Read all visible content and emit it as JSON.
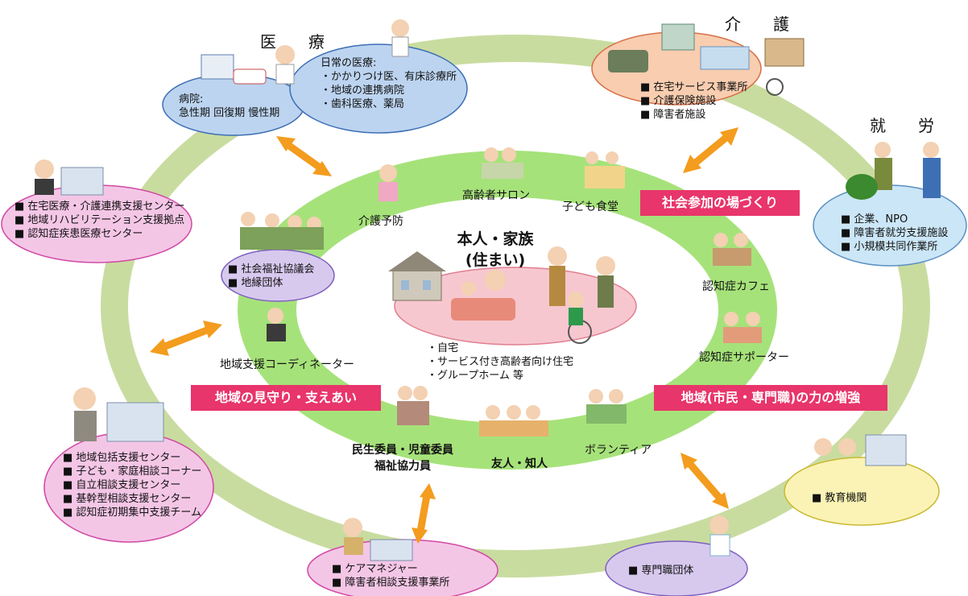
{
  "colors": {
    "outer_ring": "#c9dca0",
    "inner_ring": "#a6e27a",
    "inner_fill": "#ffffff",
    "center_fill": "#f7c7cf",
    "banner": "#e8356b",
    "arrow": "#f39c1e",
    "medical_fill": "#bcd4f0",
    "care_fill": "#f8cdb0",
    "work_fill": "#cbe6f7",
    "left_fill": "#f4c6e6",
    "edu_fill": "#fbf3b5",
    "council_fill": "#d7c9ee",
    "prof_fill": "#d7c9ee"
  },
  "medical": {
    "title": "医　療",
    "hospital_lines": [
      "病院:",
      "急性期 回復期 慢性期"
    ],
    "daily_title": "日常の医療:",
    "daily_items": [
      "かかりつけ医、有床診療所",
      "地域の連携病院",
      "歯科医療、薬局"
    ]
  },
  "care": {
    "title": "介　護",
    "items": [
      "在宅サービス事業所",
      "介護保険施設",
      "障害者施設"
    ]
  },
  "work": {
    "title": "就　労",
    "items": [
      "企業、NPO",
      "障害者就労支援施設",
      "小規模共同作業所"
    ]
  },
  "home_medical": {
    "items": [
      "在宅医療・介護連携支援センター",
      "地域リハビリテーション支援拠点",
      "認知症疾患医療センター"
    ]
  },
  "council": {
    "items": [
      "社会福祉協議会",
      "地縁団体"
    ]
  },
  "consult": {
    "items": [
      "地域包括支援センター",
      "子ども・家庭相談コーナー",
      "自立相談支援センター",
      "基幹型相談支援センター",
      "認知症初期集中支援チーム"
    ]
  },
  "care_manager": {
    "items": [
      "ケアマネジャー",
      "障害者相談支援事業所"
    ]
  },
  "professional": {
    "items": [
      "専門職団体"
    ]
  },
  "education": {
    "items": [
      "教育機関"
    ]
  },
  "center": {
    "title_line1": "本人・家族",
    "title_line2": "(住まい)",
    "housing_items": [
      "自宅",
      "サービス付き高齢者向け住宅",
      "グループホーム 等"
    ]
  },
  "inner_labels": {
    "prevention": "介護予防",
    "salon": "高齢者サロン",
    "kids_cafeteria": "子ども食堂",
    "dementia_cafe": "認知症カフェ",
    "dementia_supporter": "認知症サポーター",
    "volunteer": "ボランティア",
    "friends": "友人・知人",
    "welfare_line1": "民生委員・児童委員",
    "welfare_line2": "福祉協力員",
    "coordinator": "地域支援コーディネーター"
  },
  "banners": {
    "participation": "社会参加の場づくり",
    "watch": "地域の見守り・支えあい",
    "strength": "地域(市民・専門職)の力の増強"
  }
}
